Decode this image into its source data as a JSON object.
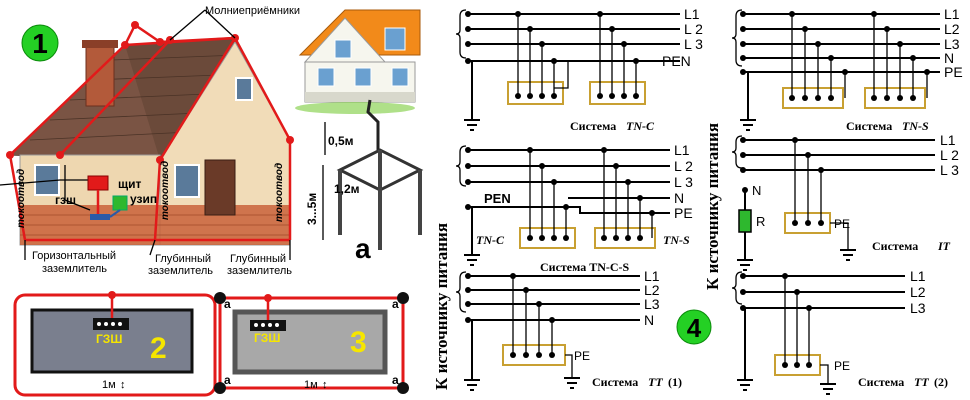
{
  "panel1": {
    "badge": "1",
    "lightning_rods": "Молниеприёмники",
    "down_conductor": "токоотвод",
    "panel_label": "щит",
    "rcd_label": "узип",
    "gzsh": "гзш",
    "horizontal_earth": [
      "Горизонтальный",
      "заземлитель"
    ],
    "deep_earth_1": [
      "Глубинный",
      "заземлитель"
    ],
    "deep_earth_2": [
      "Глубинный",
      "заземлитель"
    ],
    "dim_05": "0,5м",
    "dim_12": "1,2м",
    "dim_35": "3...5м",
    "letter_a": "а"
  },
  "panel2": {
    "badge": "2",
    "gzsh": "ГЗШ",
    "dim": "1м"
  },
  "panel3": {
    "badge": "3",
    "gzsh": "ГЗШ",
    "dim": "1м",
    "corner": "а"
  },
  "panel4": {
    "badge": "4",
    "side_label_1": "К источнику питания",
    "side_label_2": "К источнику питания",
    "tnc": {
      "lines": [
        "L1",
        "L 2",
        "L 3",
        "PEN"
      ],
      "caption_prefix": "Система",
      "caption_name": "TN-C"
    },
    "tns": {
      "lines": [
        "L1",
        "L2",
        "L3",
        "N",
        "PE"
      ],
      "caption_prefix": "Система",
      "caption_name": "TN-S"
    },
    "tncs": {
      "lines": [
        "L1",
        "L 2",
        "L 3",
        "N",
        "PE"
      ],
      "pen": "PEN",
      "left_tag": "TN-C",
      "right_tag": "TN-S",
      "caption": "Система TN-C-S"
    },
    "it": {
      "lines": [
        "L1",
        "L 2",
        "L 3"
      ],
      "n": "N",
      "r": "R",
      "pe": "PE",
      "caption_prefix": "Система",
      "caption_name": "IT"
    },
    "tt1": {
      "lines": [
        "L1",
        "L2",
        "L3",
        "N"
      ],
      "pe": "PE",
      "caption_prefix": "Система",
      "caption_name": "TT",
      "caption_suffix": "(1)"
    },
    "tt2": {
      "lines": [
        "L1",
        "L2",
        "L3"
      ],
      "pe": "PE",
      "caption_prefix": "Система",
      "caption_name": "TT",
      "caption_suffix": "(2)"
    }
  }
}
